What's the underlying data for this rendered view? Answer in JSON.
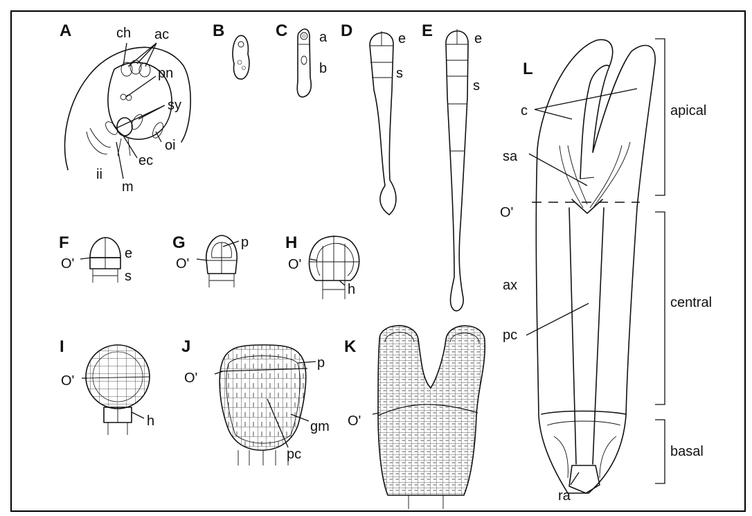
{
  "panels": {
    "A": {
      "letter": "A",
      "labels": {
        "ch": "ch",
        "ac": "ac",
        "pn": "pn",
        "sy": "sy",
        "oi": "oi",
        "ec": "ec",
        "ii": "ii",
        "m": "m"
      }
    },
    "B": {
      "letter": "B"
    },
    "C": {
      "letter": "C",
      "labels": {
        "a": "a",
        "b": "b"
      }
    },
    "D": {
      "letter": "D",
      "labels": {
        "e": "e",
        "s": "s"
      }
    },
    "E": {
      "letter": "E",
      "labels": {
        "e": "e",
        "s": "s"
      }
    },
    "F": {
      "letter": "F",
      "labels": {
        "o": "O'",
        "e": "e",
        "s": "s"
      }
    },
    "G": {
      "letter": "G",
      "labels": {
        "o": "O'",
        "p": "p"
      }
    },
    "H": {
      "letter": "H",
      "labels": {
        "o": "O'",
        "h": "h"
      }
    },
    "I": {
      "letter": "I",
      "labels": {
        "o": "O'",
        "h": "h"
      }
    },
    "J": {
      "letter": "J",
      "labels": {
        "o": "O'",
        "p": "p",
        "gm": "gm",
        "pc": "pc"
      }
    },
    "K": {
      "letter": "K",
      "labels": {
        "o": "O'"
      }
    },
    "L": {
      "letter": "L",
      "labels": {
        "c": "c",
        "sa": "sa",
        "o": "O'",
        "ax": "ax",
        "pc": "pc",
        "ra": "ra"
      }
    }
  },
  "regions": {
    "apical": "apical",
    "central": "central",
    "basal": "basal"
  }
}
